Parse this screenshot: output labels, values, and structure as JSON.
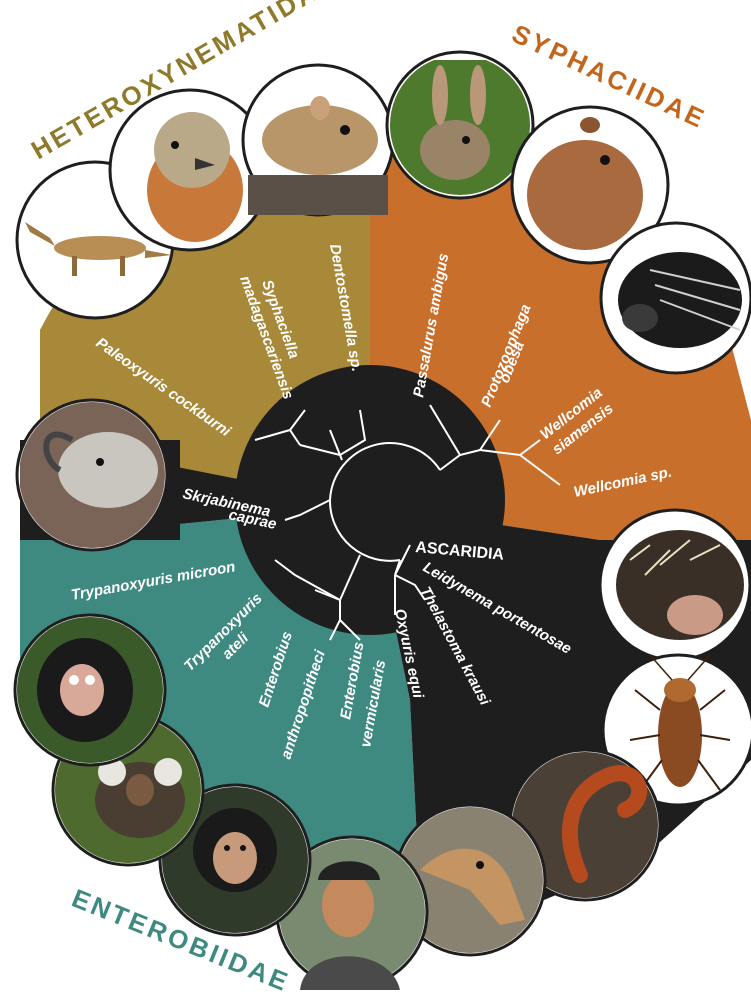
{
  "colors": {
    "heteroxynematidae": "#a8893a",
    "syphaciidae": "#c96f2c",
    "enterobiidae": "#3f8a80",
    "core": "#1e1e1e",
    "heteroxy_title": "#8f7a2b",
    "syph_title": "#c4651c",
    "entero_title": "#3f8a80"
  },
  "families": {
    "heteroxynematidae": "HETEROXYNEMATIDAE",
    "syphaciidae": "SYPHACIIDAE",
    "enterobiidae": "ENTEROBIIDAE"
  },
  "species": {
    "dentostomella": "Dentostomella sp.",
    "syphaciella_1": "Syphaciella",
    "syphaciella_2": "madagascariensis",
    "paleoxyuris": "Paleoxyuris cockburni",
    "passalurus": "Passalurus ambigus",
    "protozoophaga_1": "Protozoophaga",
    "protozoophaga_2": "obesa",
    "wellcomia_siam_1": "Wellcomia",
    "wellcomia_siam_2": "siamensis",
    "wellcomia_sp": "Wellcomia sp.",
    "skrjabinema_1": "Skrjabinema",
    "skrjabinema_2": "caprae",
    "ascaridia": "ASCARIDIA",
    "leidynema": "Leidynema portentosae",
    "thelastoma": "Thelastoma krausi",
    "oxyuris": "Oxyuris equi",
    "trypanoxyuris_microon": "Trypanoxyuris microon",
    "trypanoxyuris_ateli_1": "Trypanoxyuris",
    "trypanoxyuris_ateli_2": "ateli",
    "enterobius_anthro_1": "Enterobius",
    "enterobius_anthro_2": "anthropopitheci",
    "enterobius_verm_1": "Enterobius",
    "enterobius_verm_2": "vermicularis"
  },
  "hosts": [
    {
      "name": "dinosaur-photo",
      "icon": "dinosaur"
    },
    {
      "name": "bird-photo",
      "icon": "bird"
    },
    {
      "name": "gerbil-photo",
      "icon": "rodent"
    },
    {
      "name": "rabbit-photo",
      "icon": "rabbit"
    },
    {
      "name": "capybara-photo",
      "icon": "capybara"
    },
    {
      "name": "porcupine-photo",
      "icon": "porcupine"
    },
    {
      "name": "goat-photo",
      "icon": "goat"
    },
    {
      "name": "tree-porcupine-photo",
      "icon": "porcupine"
    },
    {
      "name": "cockroach-photo",
      "icon": "cockroach"
    },
    {
      "name": "millipede-photo",
      "icon": "millipede"
    },
    {
      "name": "horse-photo",
      "icon": "horse"
    },
    {
      "name": "human-photo",
      "icon": "human"
    },
    {
      "name": "chimpanzee-photo",
      "icon": "chimpanzee"
    },
    {
      "name": "marmoset-photo",
      "icon": "marmoset"
    },
    {
      "name": "spider-monkey-photo",
      "icon": "monkey"
    }
  ]
}
